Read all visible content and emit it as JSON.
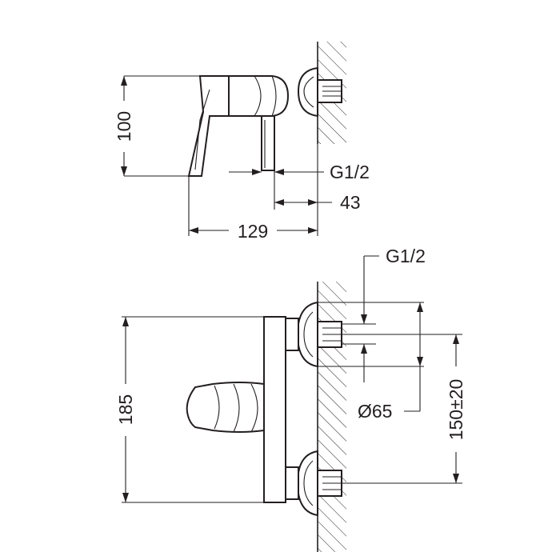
{
  "top_view": {
    "height_label": "100",
    "thread_label": "G1/2",
    "offset_label": "43",
    "depth_label": "129"
  },
  "front_view": {
    "thread_label": "G1/2",
    "height_label": "185",
    "rosette_label": "Ø65",
    "spacing_label": "150±20"
  },
  "colors": {
    "line": "#231f20",
    "background": "#ffffff"
  }
}
